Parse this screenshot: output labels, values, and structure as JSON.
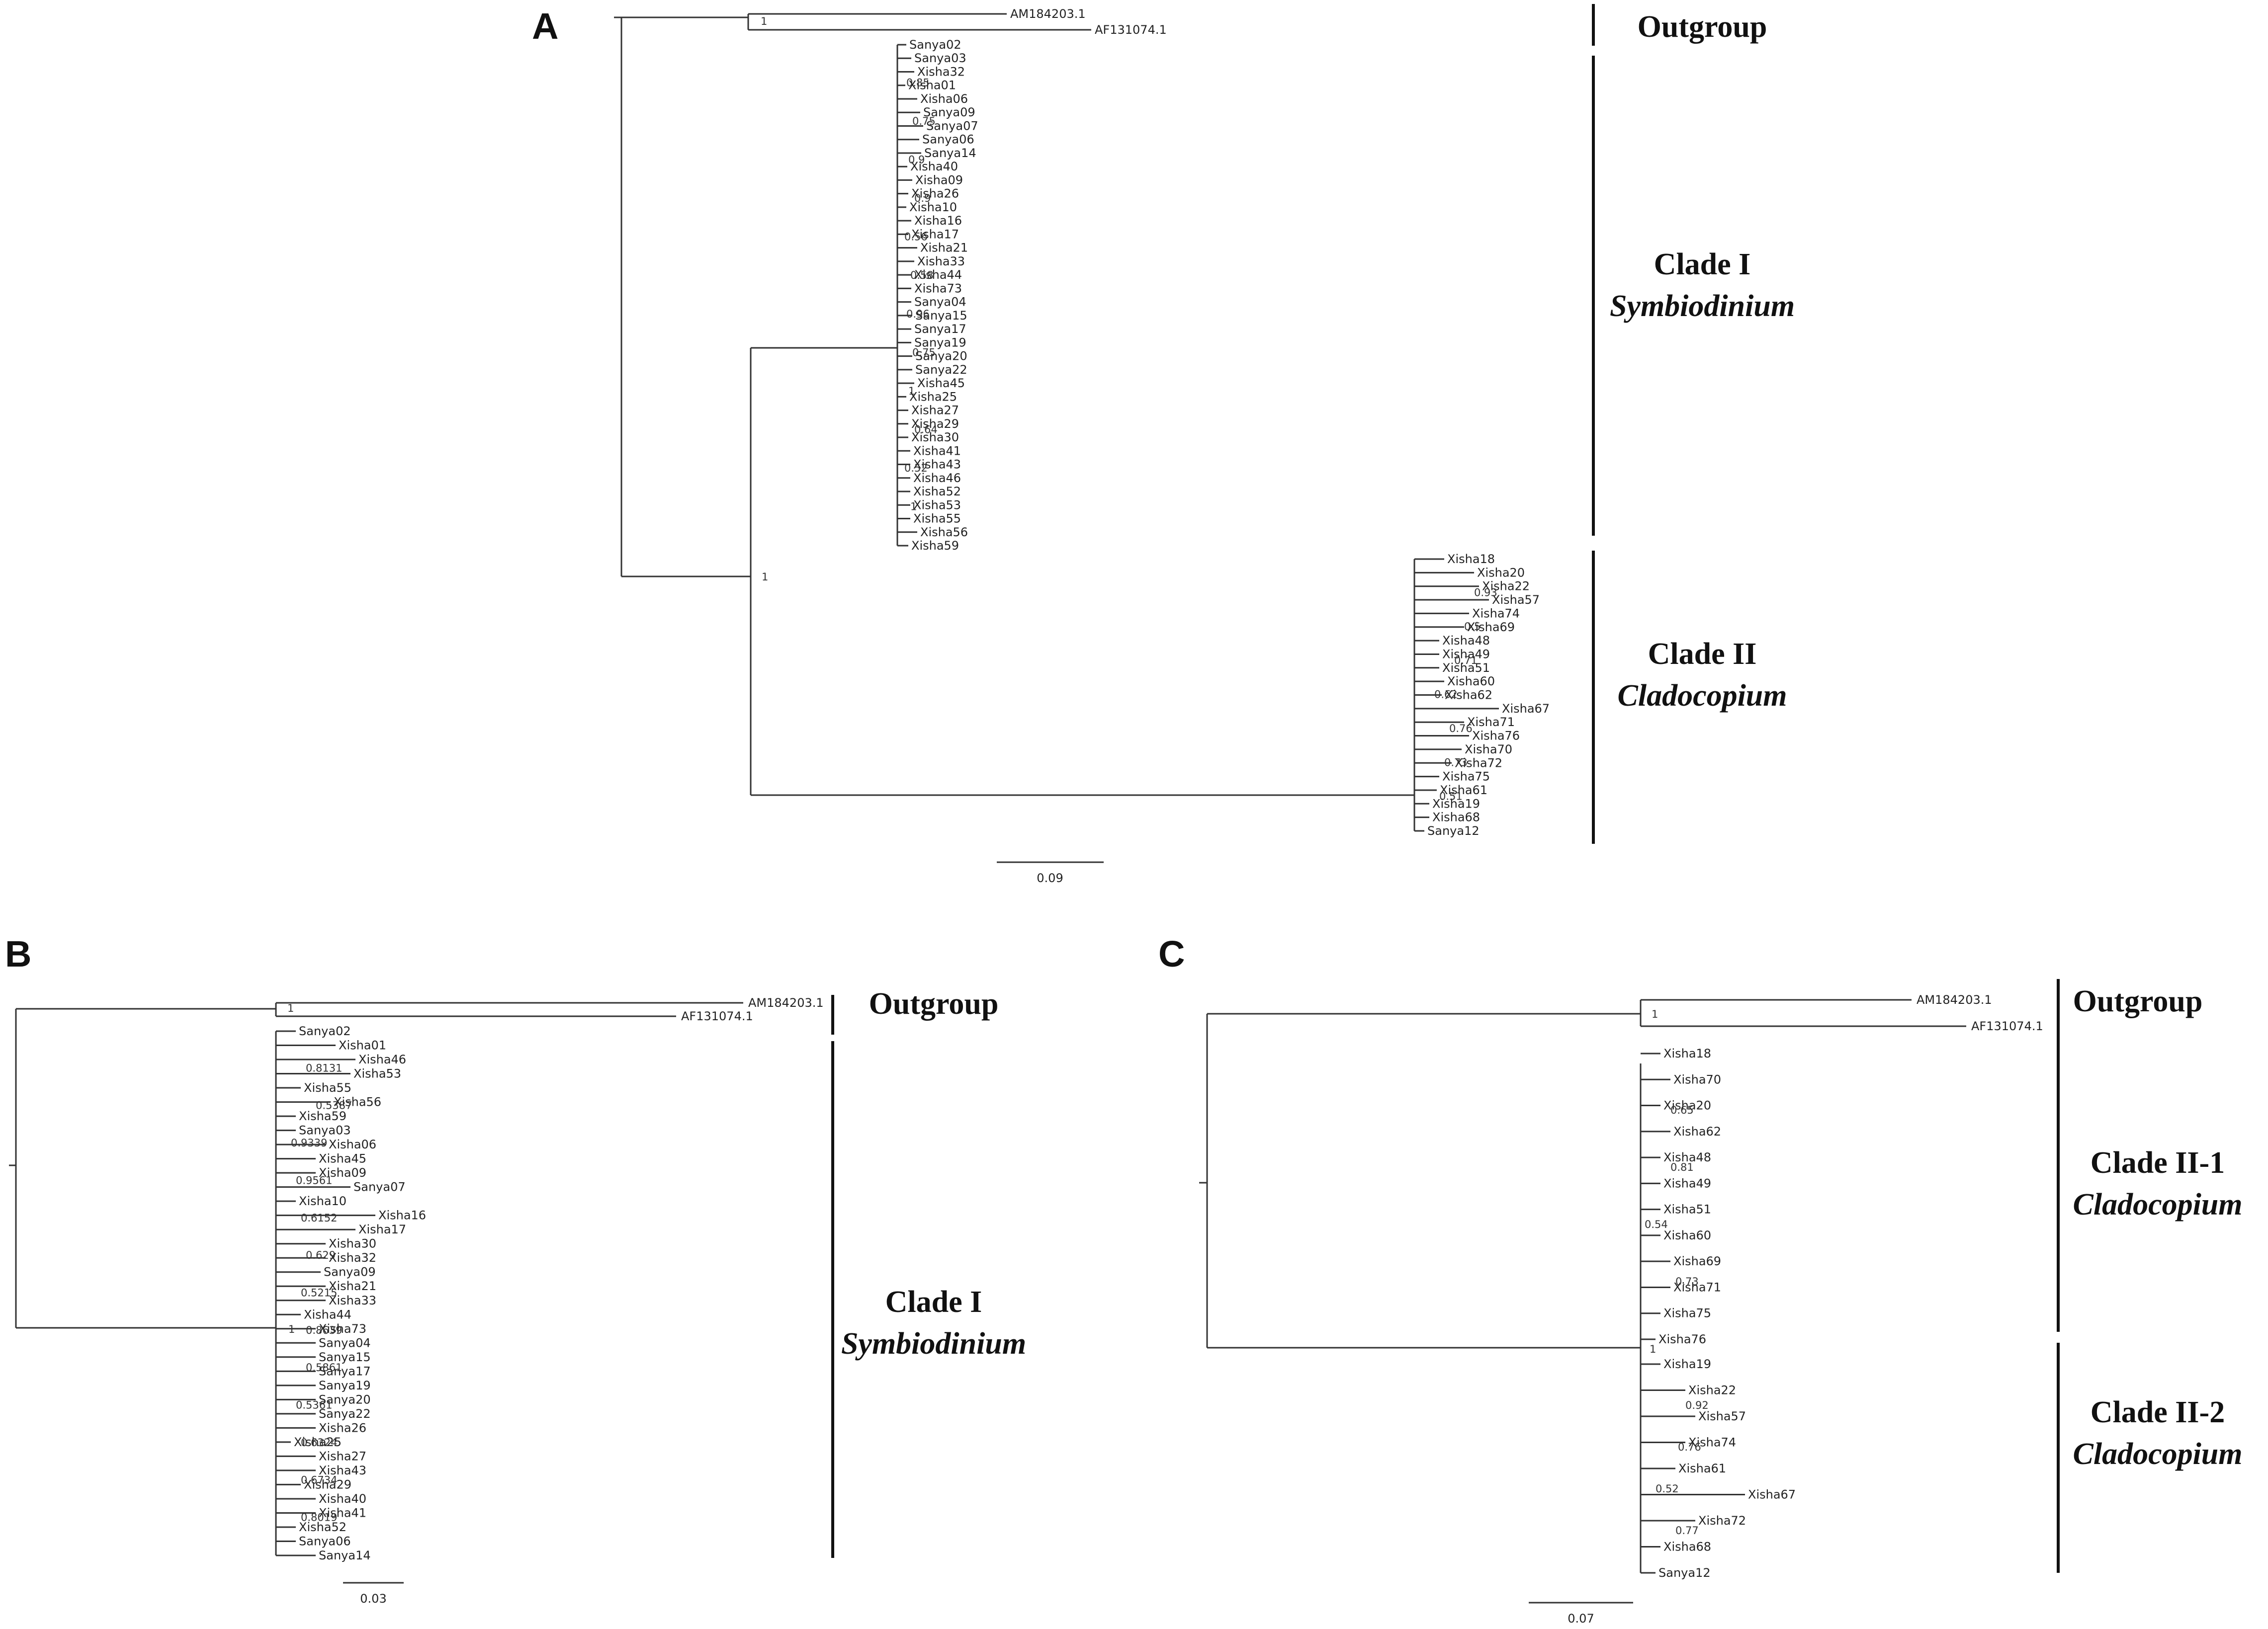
{
  "panels": [
    {
      "id": "A",
      "letter": "A",
      "scale": "0.09",
      "outgroup": {
        "tips": [
          "AM184203.1",
          "AF131074.1"
        ],
        "support": "1"
      },
      "root_support": "1",
      "clades": [
        {
          "name": "Clade I",
          "genus": "Symbiodinium",
          "tips": [
            "Sanya02",
            "Sanya03",
            "Xisha32",
            "Xisha01",
            "Xisha06",
            "Sanya09",
            "Sanya07",
            "Sanya06",
            "Sanya14",
            "Xisha40",
            "Xisha09",
            "Xisha26",
            "Xisha10",
            "Xisha16",
            "Xisha17",
            "Xisha21",
            "Xisha33",
            "Xisha44",
            "Xisha73",
            "Sanya04",
            "Sanya15",
            "Sanya17",
            "Sanya19",
            "Sanya20",
            "Sanya22",
            "Xisha45",
            "Xisha25",
            "Xisha27",
            "Xisha29",
            "Xisha30",
            "Xisha41",
            "Xisha43",
            "Xisha46",
            "Xisha52",
            "Xisha53",
            "Xisha55",
            "Xisha56",
            "Xisha59"
          ],
          "supports": [
            "0.85",
            "0.75",
            "0.9",
            "0.9",
            "0.56",
            "0.58",
            "0.96",
            "0.75",
            "1",
            "0.64",
            "0.52",
            "1"
          ]
        },
        {
          "name": "Clade II",
          "genus": "Cladocopium",
          "tips": [
            "Xisha18",
            "Xisha20",
            "Xisha22",
            "Xisha57",
            "Xisha74",
            "Xisha69",
            "Xisha48",
            "Xisha49",
            "Xisha51",
            "Xisha60",
            "Xisha62",
            "Xisha67",
            "Xisha71",
            "Xisha76",
            "Xisha70",
            "Xisha72",
            "Xisha75",
            "Xisha61",
            "Xisha19",
            "Xisha68",
            "Sanya12"
          ],
          "supports": [
            "0.93",
            "0.5",
            "0.71",
            "0.62",
            "0.76",
            "0.73",
            "0.51"
          ]
        }
      ],
      "outgroup_label": "Outgroup"
    },
    {
      "id": "B",
      "letter": "B",
      "scale": "0.03",
      "outgroup": {
        "tips": [
          "AM184203.1",
          "AF131074.1"
        ],
        "support": "1"
      },
      "root_support": "1",
      "clades": [
        {
          "name": "Clade I",
          "genus": "Symbiodinium",
          "tips": [
            "Sanya02",
            "Xisha01",
            "Xisha46",
            "Xisha53",
            "Xisha55",
            "Xisha56",
            "Xisha59",
            "Sanya03",
            "Xisha06",
            "Xisha45",
            "Xisha09",
            "Sanya07",
            "Xisha10",
            "Xisha16",
            "Xisha17",
            "Xisha30",
            "Xisha32",
            "Sanya09",
            "Xisha21",
            "Xisha33",
            "Xisha44",
            "Xisha73",
            "Sanya04",
            "Sanya15",
            "Sanya17",
            "Sanya19",
            "Sanya20",
            "Sanya22",
            "Xisha26",
            "Xisha25",
            "Xisha27",
            "Xisha43",
            "Xisha29",
            "Xisha40",
            "Xisha41",
            "Xisha52",
            "Sanya06",
            "Sanya14"
          ],
          "supports": [
            "0.8131",
            "0.5387",
            "0.9339",
            "0.9561",
            "0.6152",
            "0.629",
            "0.5215",
            "0.8639",
            "0.5861",
            "0.5361",
            "0.6324",
            "0.6734",
            "0.8019"
          ]
        }
      ],
      "outgroup_label": "Outgroup"
    },
    {
      "id": "C",
      "letter": "C",
      "scale": "0.07",
      "outgroup": {
        "tips": [
          "AM184203.1",
          "AF131074.1"
        ],
        "support": "1"
      },
      "root_support": "1",
      "clades": [
        {
          "name": "Clade II-1",
          "genus": "Cladocopium",
          "tips": [
            "Xisha18",
            "Xisha70",
            "Xisha20",
            "Xisha62",
            "Xisha48",
            "Xisha49",
            "Xisha51",
            "Xisha60",
            "Xisha69",
            "Xisha71",
            "Xisha75",
            "Xisha76"
          ],
          "supports": [
            "0.65",
            "0.81",
            "0.54",
            "0.73"
          ]
        },
        {
          "name": "Clade II-2",
          "genus": "Cladocopium",
          "tips": [
            "Xisha19",
            "Xisha22",
            "Xisha57",
            "Xisha74",
            "Xisha61",
            "Xisha67",
            "Xisha72",
            "Xisha68",
            "Sanya12"
          ],
          "supports": [
            "0.92",
            "0.76",
            "0.52",
            "0.77"
          ]
        }
      ],
      "outgroup_label": "Outgroup"
    }
  ]
}
